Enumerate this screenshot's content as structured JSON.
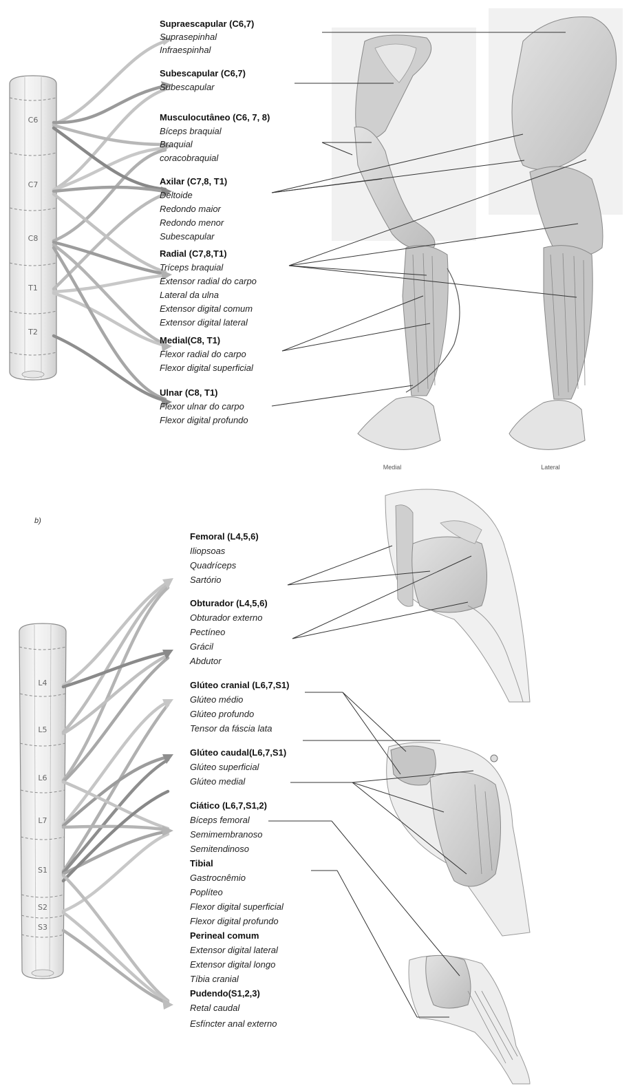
{
  "forelimb": {
    "segments": [
      "C6",
      "C7",
      "C8",
      "T1",
      "T2"
    ],
    "nerves": [
      {
        "name": "Supraescapular (C6,7)",
        "muscles": [
          "Suprasepinhal",
          "Infraespinhal"
        ]
      },
      {
        "name": "Subescapular (C6,7)",
        "muscles": [
          "Subescapular"
        ]
      },
      {
        "name": "Musculocutâneo (C6, 7, 8)",
        "muscles": [
          "Bíceps braquial",
          "Braquial",
          "coracobraquial"
        ]
      },
      {
        "name": "Axilar (C7,8, T1)",
        "muscles": [
          "Deltoide",
          "Redondo maior",
          "Redondo menor",
          "Subescapular"
        ]
      },
      {
        "name": "Radial (C7,8,T1)",
        "muscles": [
          "Tríceps braquial",
          "Extensor radial do carpo",
          "Lateral da ulna",
          "Extensor digital comum",
          "Extensor digital lateral"
        ]
      },
      {
        "name": "Medial(C8, T1)",
        "muscles": [
          "Flexor radial do carpo",
          "Flexor digital superficial"
        ]
      },
      {
        "name": "Ulnar (C8, T1)",
        "muscles": [
          "Flexor  ulnar do carpo",
          "Flexor digital profundo"
        ]
      }
    ],
    "views": [
      "Medial",
      "Lateral"
    ]
  },
  "panel_b_label": "b)",
  "hindlimb": {
    "segments": [
      "L4",
      "L5",
      "L6",
      "L7",
      "S1",
      "S2",
      "S3"
    ],
    "nerves": [
      {
        "name": "Femoral (L4,5,6)",
        "muscles": [
          "Iliopsoas",
          "Quadríceps",
          "Sartório"
        ]
      },
      {
        "name": "Obturador  (L4,5,6)",
        "muscles": [
          "Obturador externo",
          "Pectíneo",
          "Grácil",
          "Abdutor"
        ]
      },
      {
        "name": "Glúteo cranial  (L6,7,S1)",
        "muscles": [
          "Glúteo médio",
          "Glúteo profundo",
          "Tensor da fáscia lata"
        ]
      },
      {
        "name": "Glúteo caudal(L6,7,S1)",
        "muscles": [
          "Glúteo  superficial",
          "Glúteo medial"
        ]
      },
      {
        "name": "Ciático  (L6,7,S1,2)",
        "muscles": [
          "Bíceps femoral",
          "Semimembranoso",
          "Semitendinoso"
        ]
      },
      {
        "name": "Tibial",
        "muscles": [
          "Gastrocnêmio",
          "Poplíteo",
          "Flexor digital superficial",
          "Flexor digital profundo"
        ]
      },
      {
        "name": "Perineal comum",
        "muscles": [
          "Extensor digital lateral",
          "Extensor digital longo",
          "Tíbia cranial"
        ]
      },
      {
        "name": "Pudendo(S1,2,3)",
        "muscles": [
          "Retal caudal",
          "Esfíncter anal externo"
        ]
      }
    ]
  },
  "colors": {
    "arrow_light": "#b8b8b8",
    "arrow_dark": "#8a8a8a",
    "cord": "#f2f2f2",
    "muscle": "#d6d6d6"
  }
}
